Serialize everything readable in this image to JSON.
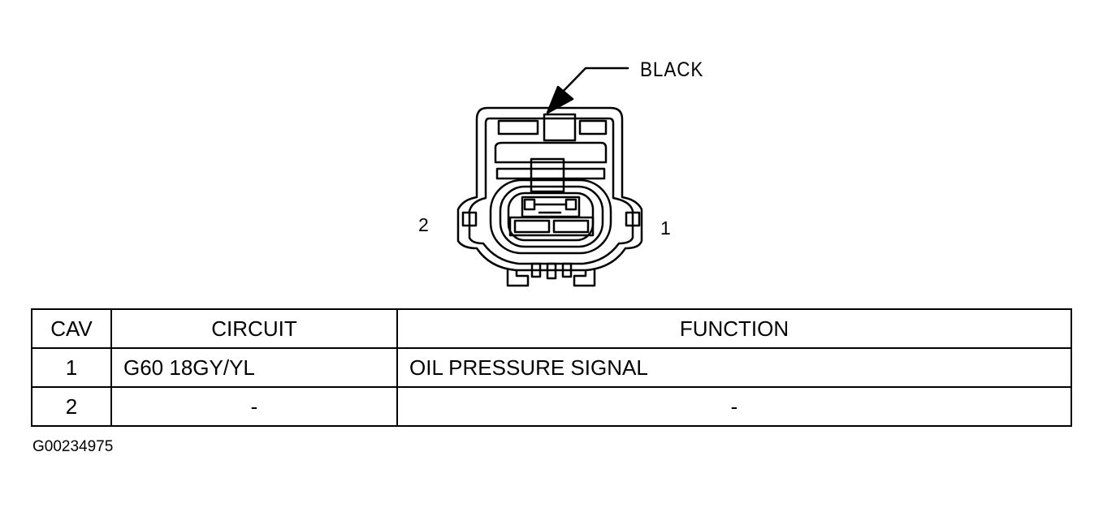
{
  "connector": {
    "color_label": "BLACK",
    "cavity_labels": {
      "left": "2",
      "right": "1"
    }
  },
  "table": {
    "headers": {
      "cav": "CAV",
      "circuit": "CIRCUIT",
      "function": "FUNCTION"
    },
    "rows": [
      {
        "cav": "1",
        "circuit": "G60 18GY/YL",
        "function": "OIL PRESSURE SIGNAL"
      },
      {
        "cav": "2",
        "circuit": "-",
        "function": "-"
      }
    ]
  },
  "figure_id": "G00234975"
}
